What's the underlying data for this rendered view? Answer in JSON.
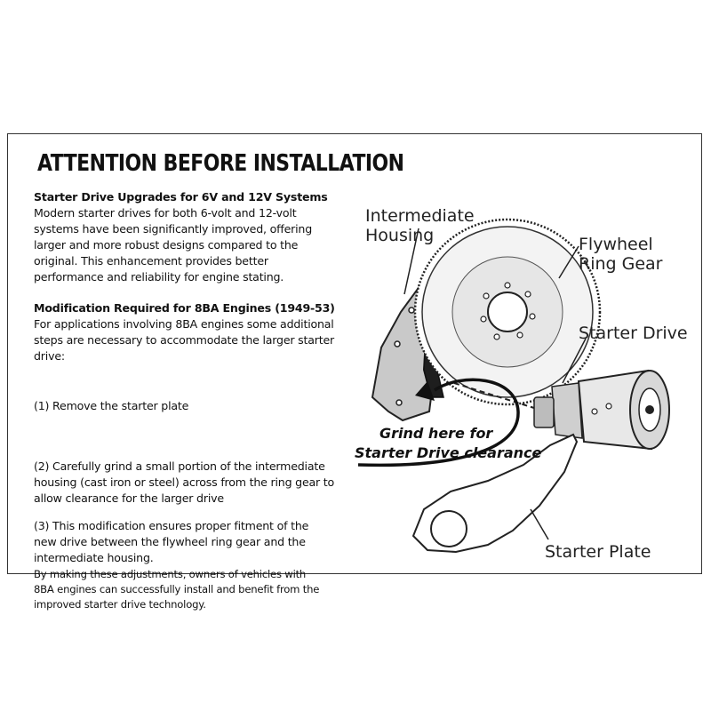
{
  "title": "ATTENTION BEFORE INSTALLATION",
  "sections": {
    "upgrades": {
      "heading": "Starter Drive Upgrades for 6V and 12V Systems",
      "lines": [
        "Modern starter drives for both 6-volt and 12-volt",
        "systems have been significantly improved, offering",
        "larger and more robust designs compared to the",
        "original. This enhancement provides better",
        "performance and reliability for engine stating."
      ]
    },
    "modification": {
      "heading": "Modification Required for 8BA Engines (1949-53)",
      "lines": [
        "For applications involving 8BA engines some additional",
        "steps are necessary to accommodate the larger starter",
        "drive:"
      ]
    },
    "step1": {
      "lines": [
        "(1) Remove the starter plate"
      ]
    },
    "step2": {
      "lines": [
        "(2) Carefully grind a small portion of the intermediate",
        "housing (cast iron or steel) across from the ring gear to",
        "allow clearance for the larger drive"
      ]
    },
    "step3": {
      "lines": [
        "(3)  This modification ensures proper fitment of the",
        "new drive between the flywheel ring  gear and the",
        "intermediate housing."
      ]
    },
    "footer": {
      "lines": [
        "By making these adjustments, owners of vehicles with",
        "8BA engines can successfully install and benefit from the",
        "improved starter drive technology."
      ]
    }
  },
  "diagram": {
    "intermediate_housing": [
      "Intermediate",
      "Housing"
    ],
    "flywheel_ring_gear": [
      "Flywheel",
      "Ring Gear"
    ],
    "starter_drive": "Starter Drive",
    "starter_plate": "Starter Plate",
    "grind_note": [
      "Grind here for",
      "Starter Drive clearance"
    ]
  }
}
